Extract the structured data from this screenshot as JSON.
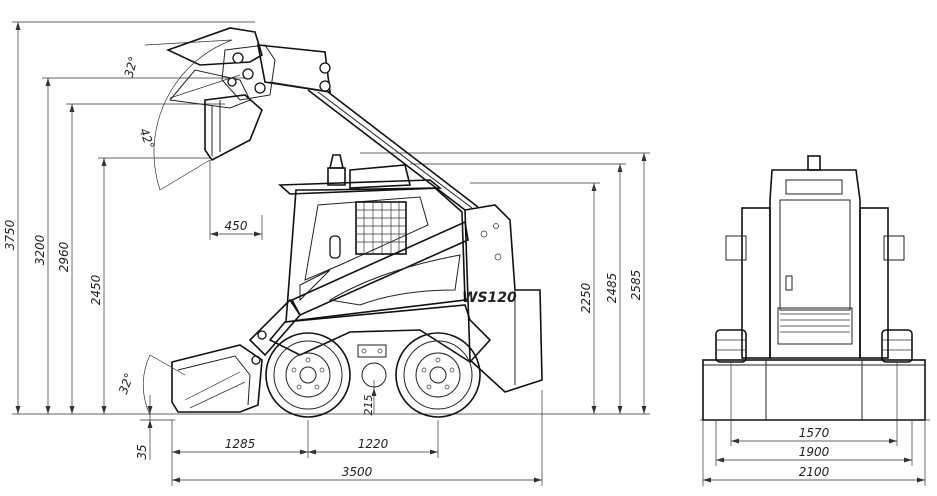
{
  "model_label": "WS120",
  "side_view": {
    "heights": {
      "max_lift_height": "3750",
      "hinge_pin_height": "3200",
      "dump_height": "2960",
      "dump_height_bucket": "2450",
      "cab_height_front": "2250",
      "cab_height_top": "2485",
      "overall_height": "2585"
    },
    "dump_reach": "450",
    "ground_clearance": "215",
    "bucket_below_ground": "35",
    "front_overhang": "1285",
    "wheelbase": "1220",
    "overall_length": "3500",
    "angles": {
      "rollback_at_top": "32°",
      "dump_angle": "42°",
      "rollback_at_ground": "32°"
    }
  },
  "front_view": {
    "track_width": "1570",
    "overall_width": "1900",
    "bucket_width": "2100"
  }
}
